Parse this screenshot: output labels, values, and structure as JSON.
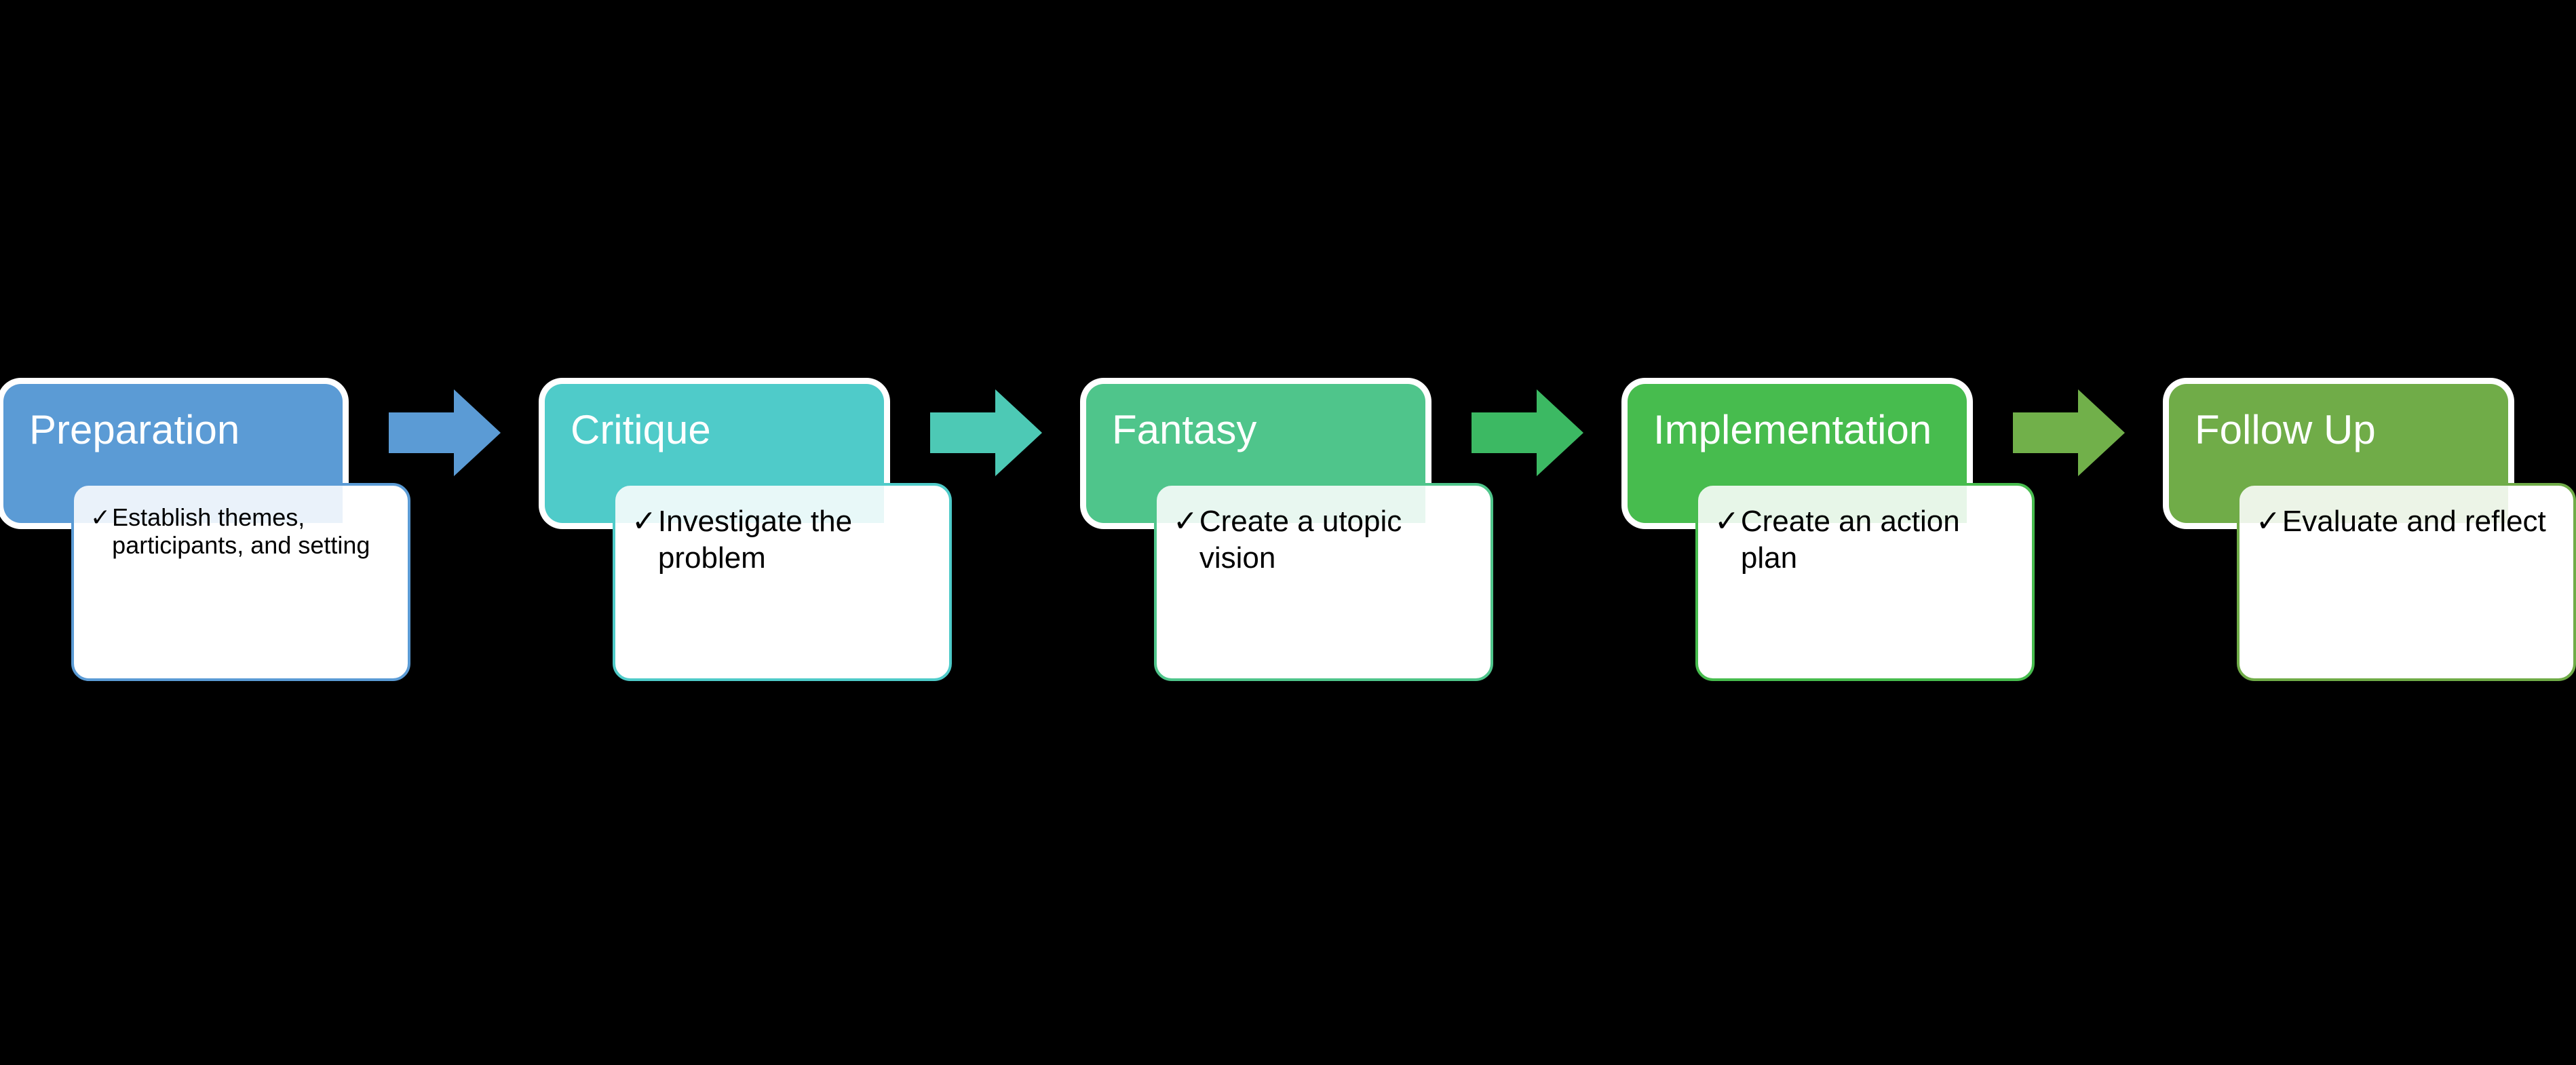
{
  "diagram": {
    "title": "Five-stage process flow",
    "background_color": "#000000",
    "stages": [
      {
        "name": "stage-preparation",
        "header_label": "Preparation",
        "detail_text": "Establish themes, participants, and setting",
        "check_icon": "✓",
        "accent_color": "#5B9BD5",
        "arrow_color": "#5B9BD5",
        "has_arrow": true,
        "text_size": "small"
      },
      {
        "name": "stage-critique",
        "header_label": "Critique",
        "detail_text": "Investigate the problem",
        "check_icon": "✓",
        "accent_color": "#4FCBC9",
        "arrow_color": "#4DC9B5",
        "has_arrow": true,
        "text_size": "normal"
      },
      {
        "name": "stage-fantasy",
        "header_label": "Fantasy",
        "detail_text": "Create a utopic vision",
        "check_icon": "✓",
        "accent_color": "#4FC58B",
        "arrow_color": "#3CB963",
        "has_arrow": true,
        "text_size": "normal"
      },
      {
        "name": "stage-implementation",
        "header_label": "Implementation",
        "detail_text": "Create an action plan",
        "check_icon": "✓",
        "accent_color": "#47BC4E",
        "arrow_color": "#71B04A",
        "has_arrow": true,
        "text_size": "normal"
      },
      {
        "name": "stage-follow-up",
        "header_label": "Follow Up",
        "detail_text": "Evaluate and reflect",
        "check_icon": "✓",
        "accent_color": "#70AC48",
        "arrow_color": "#70AC48",
        "has_arrow": false,
        "text_size": "normal"
      }
    ]
  }
}
